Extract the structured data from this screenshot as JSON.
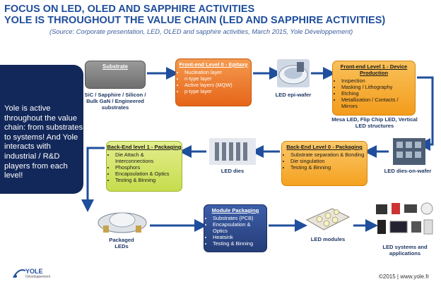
{
  "header": {
    "title_line1": "FOCUS ON LED, OLED AND SAPPHIRE ACTIVITIES",
    "title_line2": "YOLE IS THROUGHOUT THE VALUE CHAIN (LED AND SAPPHIRE ACTIVITIES)",
    "source": "(Source: Corporate presentation, LED, OLED and sapphire activities, March 2015, Yole Développement)"
  },
  "sidebar": {
    "text": "Yole is active throughout the value chain: from substrates to systems! And Yole interacts with industrial / R&D players from each level!"
  },
  "substrate": {
    "box_label": "Substrate",
    "caption": "SiC / Sapphire / Silicon / Bulk GaN / Engineered substrates"
  },
  "frontend0": {
    "title": "Front-end Level 0 - Epitaxy",
    "items": [
      "Nucleation layer",
      "n-type layer",
      "Active layers (MQW)",
      "p-type layer"
    ]
  },
  "epiwafer": {
    "caption": "LED epi-wafer"
  },
  "frontend1": {
    "title": "Front-end Level 1 - Device Production",
    "items": [
      "Inspection",
      "Masking / Lithography",
      "Etching",
      "Metallization / Contacts / Mirrors"
    ],
    "caption": "Mesa LED, Flip Chip LED, Vertical LED structures"
  },
  "dies_on_wafer": {
    "caption": "LED dies-on-wafer"
  },
  "backend0": {
    "title": "Back-End Level 0 - Packaging",
    "items": [
      "Substrate separation & Bonding",
      "Die singulation",
      "Testing & Binning"
    ]
  },
  "dies": {
    "caption": "LED dies"
  },
  "backend1": {
    "title": "Back-End level 1 - Packaging",
    "items": [
      "Die Attach & Interconnections",
      "Phosphors",
      "Encapsulation & Optics",
      "Testing & Binning"
    ]
  },
  "packaged": {
    "caption": "Packaged LEDs"
  },
  "module": {
    "title": "Module Packaging",
    "items": [
      "Substrates (PCB)",
      "Encapsulation & Optics",
      "Heatsink",
      "Testing & Binning"
    ]
  },
  "modules": {
    "caption": "LED modules"
  },
  "systems": {
    "caption": "LED systems and applications"
  },
  "footer": {
    "logo_main": "YOLE",
    "logo_sub": "Développement",
    "copyright": "©2015 | www.yole.fr"
  },
  "colors": {
    "title_blue": "#1f4e9c",
    "navy_panel": "#13285a",
    "orange": "#f07c22",
    "amber": "#f5a623",
    "lime": "#d4e56a",
    "module_blue": "#2e4a8c"
  }
}
